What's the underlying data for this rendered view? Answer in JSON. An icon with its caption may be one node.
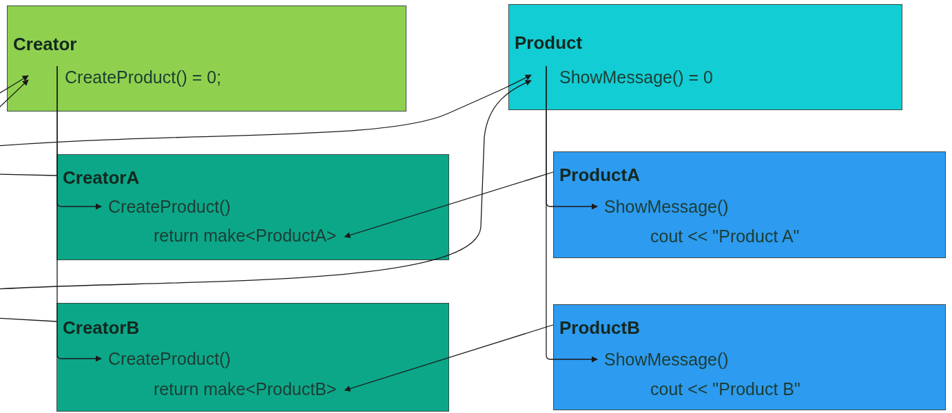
{
  "diagram": {
    "nodes": [
      {
        "text": [
          "Creator"
        ]
      },
      {
        "text": [
          "CreateProduct() = 0;"
        ],
        "in": 0
      },
      {
        "text": [
          "Product"
        ]
      },
      {
        "text": [
          "ShowMessage() = 0"
        ],
        "in": 2
      },
      {
        "text": [
          "CreatorA"
        ]
      },
      {
        "text": [
          "CreateProduct()"
        ],
        "in": 4
      },
      {
        "text": [
          "return make<ProductA>"
        ],
        "in": 4
      },
      {
        "text": [
          "ProductA"
        ]
      },
      {
        "text": [
          "ShowMessage()"
        ],
        "in": 7
      },
      {
        "text": [
          "cout << \"Product A\""
        ],
        "in": 7
      },
      {
        "text": [
          "CreatorB"
        ]
      },
      {
        "text": [
          "CreateProduct()"
        ],
        "in": 10
      },
      {
        "text": [
          "return make<ProductB>"
        ],
        "in": 10
      },
      {
        "text": [
          "ProductB"
        ]
      },
      {
        "text": [
          "ShowMessage()"
        ],
        "in": 13
      },
      {
        "text": [
          "cout << \"Product B\""
        ],
        "in": 13
      }
    ],
    "edges": [
      {
        "from": null,
        "to": 0,
        "arrow": "to"
      },
      {
        "from": null,
        "to": 0,
        "arrow": "to"
      },
      {
        "from": null,
        "to": 4,
        "arrow": "none"
      },
      {
        "from": null,
        "to": 10,
        "arrow": "none"
      },
      {
        "from": null,
        "to": 2,
        "arrow": "to"
      },
      {
        "from": null,
        "to": 2,
        "arrow": "to"
      },
      {
        "from": 1,
        "to": 5,
        "arrow": "to"
      },
      {
        "from": 1,
        "to": 11,
        "arrow": "to"
      },
      {
        "from": 3,
        "to": 8,
        "arrow": "to"
      },
      {
        "from": 3,
        "to": 14,
        "arrow": "to"
      },
      {
        "from": 7,
        "to": 6,
        "arrow": "to"
      },
      {
        "from": 13,
        "to": 12,
        "arrow": "to"
      }
    ]
  }
}
